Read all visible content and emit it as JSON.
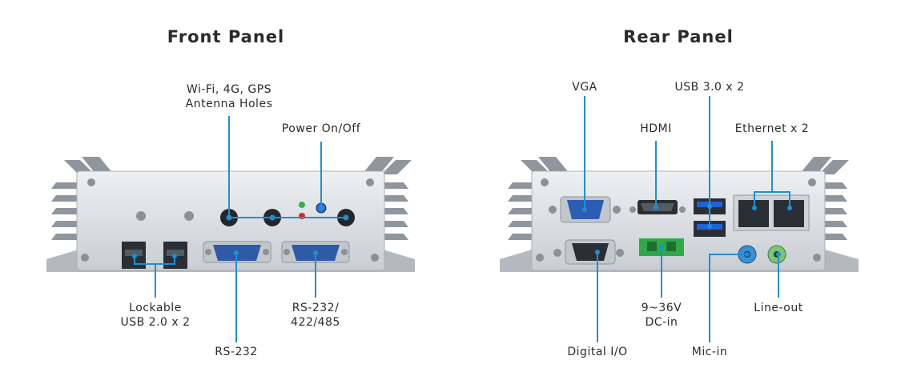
{
  "front": {
    "title": "Front Panel",
    "labels": {
      "antenna_line1": "Wi-Fi, 4G, GPS",
      "antenna_line2": "Antenna Holes",
      "power": "Power On/Off",
      "usb_line1": "Lockable",
      "usb_line2": "USB 2.0 x 2",
      "rs232": "RS-232",
      "rs232_485_line1": "RS-232/",
      "rs232_485_line2": "422/485"
    }
  },
  "rear": {
    "title": "Rear Panel",
    "labels": {
      "vga": "VGA",
      "usb3": "USB 3.0 x 2",
      "hdmi": "HDMI",
      "ethernet": "Ethernet x 2",
      "dcin_line1": "9~36V",
      "dcin_line2": "DC-in",
      "lineout": "Line-out",
      "dio": "Digital I/O",
      "micin": "Mic-in"
    }
  },
  "colors": {
    "callout": "#1f8fd4",
    "chassis": "#d9dde1",
    "fins": "#b9bfc5",
    "port_dark": "#2a2f36",
    "vga_blue": "#2d5cb3",
    "usb3_blue": "#1c64d6",
    "terminal_green": "#2fa84a",
    "led_green": "#32b34a",
    "led_red": "#d32a2a",
    "led_blue": "#2a6fd3",
    "mic_blue": "#3a8fd6",
    "lineout_green": "#7cc576"
  }
}
